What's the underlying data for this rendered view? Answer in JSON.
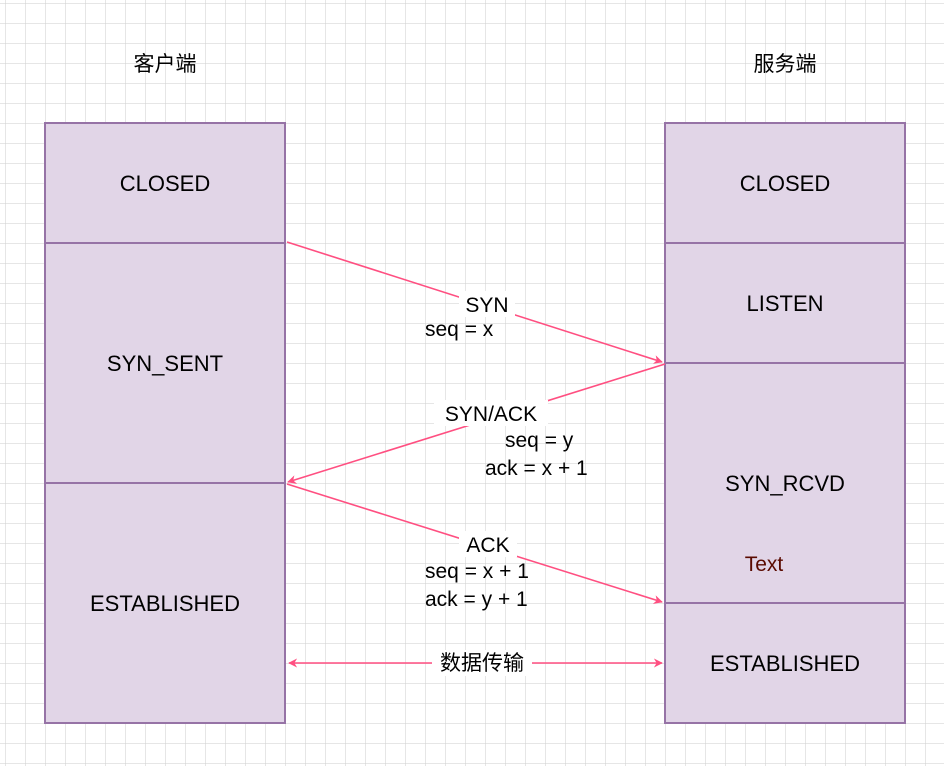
{
  "client": {
    "title": "客户端",
    "states": [
      "CLOSED",
      "SYN_SENT",
      "ESTABLISHED"
    ]
  },
  "server": {
    "title": "服务端",
    "states": [
      "CLOSED",
      "LISTEN",
      "SYN_RCVD",
      "ESTABLISHED"
    ],
    "extra_label": "Text"
  },
  "messages": {
    "syn": {
      "name": "SYN",
      "seq": "seq = x"
    },
    "synack": {
      "name": "SYN/ACK",
      "seq": "seq = y",
      "ack": "ack = x + 1"
    },
    "ack": {
      "name": "ACK",
      "seq": "seq = x + 1",
      "ack": "ack = y + 1"
    },
    "data": {
      "name": "数据传输"
    }
  },
  "colors": {
    "box_fill": "#e1d5e7",
    "box_stroke": "#9673a6",
    "arrow": "#ff4f81",
    "extra_label": "#5a0a00"
  }
}
